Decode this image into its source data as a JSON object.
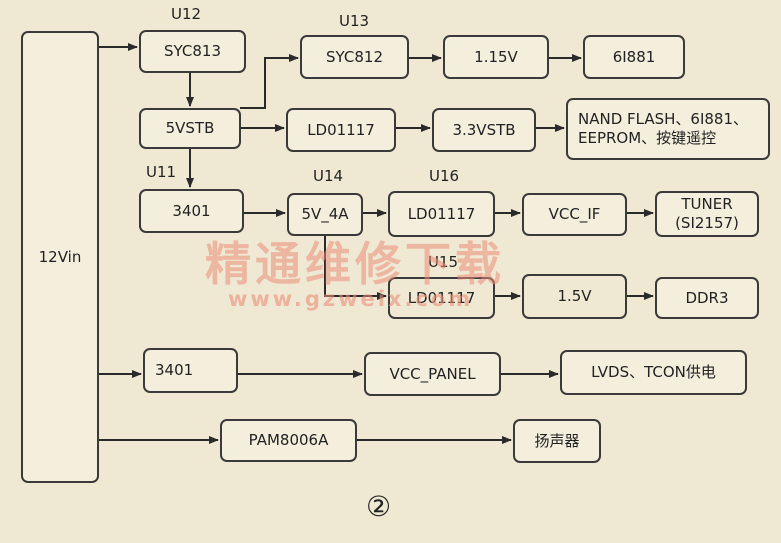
{
  "diagram": {
    "input": "12Vin",
    "chips": {
      "u12": "U12",
      "u13": "U13",
      "u11": "U11",
      "u14": "U14",
      "u16": "U16",
      "u15": "U15"
    },
    "blocks": {
      "syc813": "SYC813",
      "syc812": "SYC812",
      "v115": "1.15V",
      "r61881_a": "6I881",
      "vstb5": "5VSTB",
      "ldo1117_a": "LD01117",
      "vstb33": "3.3VSTB",
      "nand_line1": "NAND FLASH、6I881、",
      "nand_line2": "EEPROM、按键遥控",
      "c3401_a": "3401",
      "v5_4a": "5V_4A",
      "ldo1117_b": "LD01117",
      "vcc_if": "VCC_IF",
      "tuner_line1": "TUNER",
      "tuner_line2": "(SI2157)",
      "ldo1117_c": "LD01117",
      "v15": "1.5V",
      "ddr3": "DDR3",
      "c3401_b": "3401",
      "vcc_panel": "VCC_PANEL",
      "lvds": "LVDS、TCON供电",
      "pam": "PAM8006A",
      "speaker": "扬声器"
    },
    "watermark": "精通维修下载",
    "watermark_url": "www.gzweix.com",
    "figure_number": "②"
  }
}
